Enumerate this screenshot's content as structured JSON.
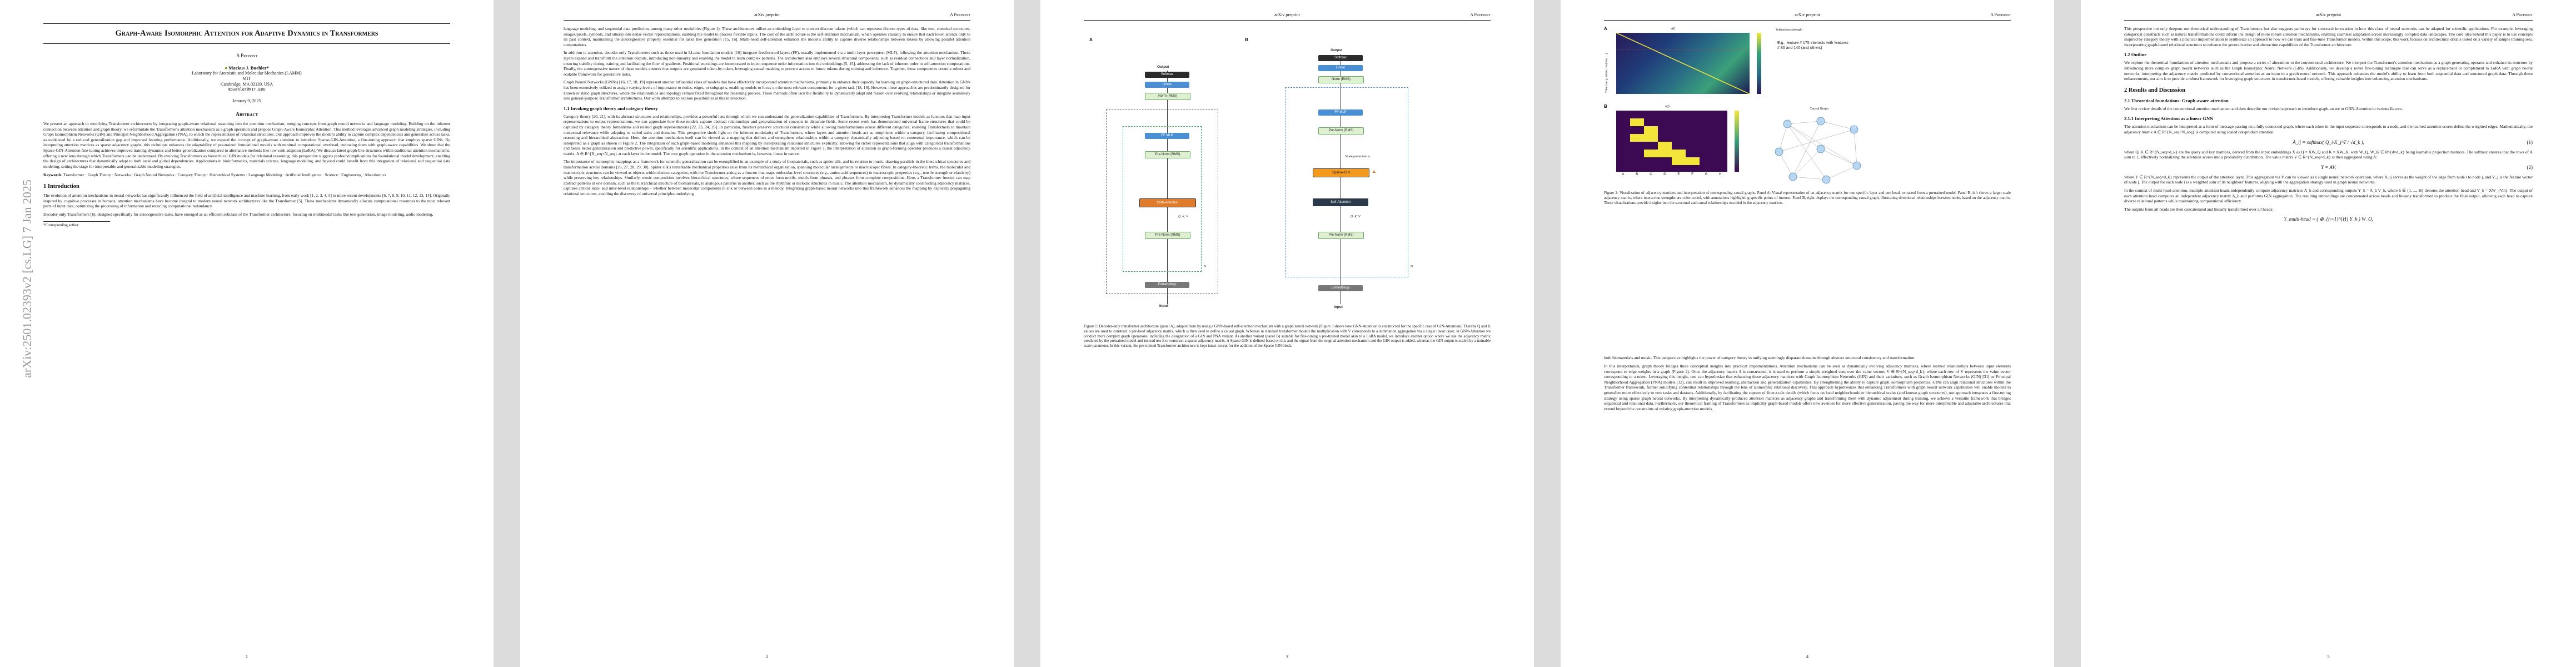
{
  "arxiv_id": "arXiv:2501.02393v2  [cs.LG]  7 Jan 2025",
  "header": {
    "center": "arXiv preprint",
    "right": "A Preprint"
  },
  "page1": {
    "title": "Graph-Aware Isomorphic Attention for Adaptive Dynamics in Transformers",
    "preprint": "A Preprint",
    "author": "Markus J. Buehler*",
    "affil": [
      "Laboratory for Atomistic and Molecular Mechanics (LAMM)",
      "MIT",
      "Cambridge, MA 02139, USA",
      "mbuehler@MIT.EDU"
    ],
    "date": "January 9, 2025",
    "abstract_h": "Abstract",
    "abstract": "We present an approach to modifying Transformer architectures by integrating graph-aware relational reasoning into the attention mechanism, merging concepts from graph neural networks and language modeling. Building on the inherent connection between attention and graph theory, we reformulate the Transformer's attention mechanism as a graph operation and propose Graph-Aware Isomorphic Attention. This method leverages advanced graph modeling strategies, including Graph Isomorphism Networks (GIN) and Principal Neighborhood Aggregation (PNA), to enrich the representation of relational structures. Our approach improves the model's ability to capture complex dependencies and generalize across tasks, as evidenced by a reduced generalization gap and improved learning performance. Additionally, we expand the concept of graph-aware attention to introduce Sparse-GIN-Attention, a fine-tuning approach that employs sparse GINs. By interpreting attention matrices as sparse adjacency graphs, this technique enhances the adaptability of pre-trained foundational models with minimal computational overhead, endowing them with graph-aware capabilities. We show that the Sparse-GIN-Attention fine-tuning achieves improved training dynamics and better generalization compared to alternative methods like low-rank adaption (LoRA). We discuss latent graph-like structures within traditional attention mechanisms, offering a new lens through which Transformers can be understood. By evolving Transformers as hierarchical GIN models for relational reasoning, this perspective suggests profound implications for foundational model development, enabling the design of architectures that dynamically adapt to both local and global dependencies. Applications in bioinformatics, materials science, language modeling, and beyond could benefit from this integration of relational and sequential data modeling, setting the stage for interpretable and generalizable modeling strategies.",
    "keywords_h": "Keywords",
    "keywords": "Transformer · Graph Theory · Networks · Graph Neural Networks · Category Theory · Hierarchical Systems · Language Modeling · Artificial Intelligence · Science · Engineering · Materiomics",
    "intro_h": "1   Introduction",
    "intro1": "The evolution of attention mechanisms in neural networks has significantly influenced the field of artificial intelligence and machine learning, from early work [1, 2, 3, 4, 5] to more recent developments [6, 7, 8, 9, 10, 11, 12, 13, 14]. Originally inspired by cognitive processes in humans, attention mechanisms have become integral to modern neural network architectures like the Transformer [5]. These mechanisms dynamically allocate computational resources to the most relevant parts of input data, optimizing the processing of information and reducing computational redundancy.",
    "intro2": "Decoder-only Transformers [6], designed specifically for autoregressive tasks, have emerged as an efficient subclass of the Transformer architecture, focusing on multimodal tasks like text generation, image modeling, audio modeling,",
    "footnote": "*Corresponding author.",
    "page_no": "1"
  },
  "page2": {
    "p1": "language modeling, and sequential data prediction, among many other modalities (Figure 1). These architectures utilize an embedding layer to convert discrete tokens (which can represent diverse types of data, like text, chemical structures, images/pixels, symbols, and others) into dense vector representations, enabling the model to process flexible inputs. The core of the architecture is the self-attention mechanism, which operates causally to ensure that each token attends only to its past context, maintaining the autoregressive property essential for tasks like generation [15, 16]. Multi-head self-attention enhances the model's ability to capture diverse relationships between tokens by allowing parallel attention computations.",
    "p2": "In addition to attention, decoder-only Transformers such as those used in LLama foundation models [10] integrate feedforward layers (FF), usually implemented via a multi-layer perceptron (MLP), following the attention mechanism. These layers expand and transform the attention outputs, introducing non-linearity and enabling the model to learn complex patterns. The architecture also employs several structural components, such as residual connections and layer normalization, ensuring stability during training and facilitating the flow of gradients. Positional encodings are incorporated to inject sequence order information into the embeddings [5, 15], addressing the lack of inherent order in self-attention computations. Finally, the autoregressive nature of these models ensures that outputs are generated token-by-token, leveraging causal masking to prevent access to future tokens during training and inference. Together, these components create a robust and scalable framework for generative tasks.",
    "p3": "Graph Neural Networks (GNNs) [16, 17, 18, 19] represent another influential class of models that have effectively incorporated attention mechanisms, primarily to enhance their capacity for learning on graph-structured data. Attention in GNNs has been extensively utilized to assign varying levels of importance to nodes, edges, or subgraphs, enabling models to focus on the most relevant components for a given task [18, 19]. However, these approaches are predominantly designed for known or static graph structures, where the relationships and topology remain fixed throughout the reasoning process. These methods often lack the flexibility to dynamically adapt and reason over evolving relationships or integrate seamlessly into general-purpose Transformer architectures. Our work attempts to explore possibilities at this intersection.",
    "h11": "1.1   Invoking graph theory and category theory",
    "p4": "Category theory [20, 21], with its abstract structures and relationships, provides a powerful lens through which we can understand the generalization capabilities of Transformers. By interpreting Transformer models as functors that map input representations to output representations, we can appreciate how these models capture abstract relationships and generalization of concepts in disparate fields. Some recent work has demonstrated universal frame structures that could be captured by category theory formalisms and related graph representations [22, 23, 24, 25]. In particular, functors preserve structural consistency while allowing transformations across different categories, enabling Transformers to maintain contextual relevance while adapting to varied tasks and domains. This perspective sheds light on the inherent modularity of Transformers, where layers and attention heads act as morphisms within a category, facilitating compositional reasoning and hierarchical abstraction. Here, the attention mechanism itself can be viewed as a mapping that defines and strengthens relationships within a category, dynamically adjusting based on contextual importance, which can be interpreted as a graph as shown in Figure 2. The integration of such graph-based modeling enhances this mapping by incorporating relational structures explicitly, allowing for richer representations that align with categorical transformations and hence better generalization and predictive power, specifically for scientific applications. In the context of an attention mechanism depicted in Figure 1, the interpretation of attention as graph-forming operator produces a causal adjacency matrix, A ∈ R^{N_seq×N_seq} at each layer in the model. The core graph operation in the attention mechanism is, however, linear in nature.",
    "p5": "The importance of isomorphic mappings as a framework for scientific generalization can be exemplified in an example of a study of biomaterials, such as spider silk, and its relation to music, drawing parallels in the hierarchical structures and transformation across domains [26, 27, 28, 29, 30]. Spider silk's remarkable mechanical properties arise from its hierarchical organization, spanning molecular arrangements to macroscopic fibers. In category-theoretic terms, the molecular and macroscopic structures can be viewed as objects within distinct categories, with the Transformer acting as a functor that maps molecular-level structures (e.g., amino acid sequences) to macroscopic properties (e.g., tensile strength or elasticity) while preserving key relationships. Similarly, music composition involves hierarchical structures, where sequences of notes form motifs, motifs form phrases, and phrases form complete compositions. Here, a Transformer functor can map abstract patterns in one domain, such as the hierarchical structure of biomaterials, to analogous patterns in another, such as the rhythmic or melodic structures in music. The attention mechanism, by dynamically constructing adjacency matrices, captures critical intra- and inter-level relationships – whether between molecular components in silk or between notes in a melody. Integrating graph-based neural networks into this framework enhances the mapping by explicitly propagating relational structures, enabling the discovery of universal principles underlying",
    "page_no": "2"
  },
  "page3": {
    "figA": {
      "label": "A",
      "output": "Output",
      "input": "Input",
      "blocks": [
        "Softmax",
        "Linear",
        "Norm (RMS)",
        "FF MLP",
        "Pre-Norm (RMS)",
        "GNN-Attention",
        "Pre-Norm (RMS)",
        "Embeddings"
      ],
      "qkv": "Q, K, V",
      "nx": "N"
    },
    "figB": {
      "label": "B",
      "output": "Output",
      "input": "Input",
      "blocks": [
        "Softmax",
        "Linear",
        "Norm (RMS)",
        "FF MLP",
        "Pre-Norm (RMS)",
        "Sparse-GIN",
        "Self-Attention",
        "Pre-Norm (RMS)",
        "Embeddings"
      ],
      "scale": "Scale parameter λ",
      "qkv": "Q, K, V",
      "nx": "N"
    },
    "caption": "Figure 1: Decoder-only transformer architecture (panel A), adapted here by using a GNN-based self-attention mechanism with a graph neural network (Figure 3 shows how GNN-Attention is constructed for the specific case of GIN-Attention). Thereby Q and K values are used to construct a per-head adjacency matrix, which is then used to define a causal graph. Whereas in standard transformer models the multiplication with V corresponds to a summation aggregation via a single linear layer, in GNN-Attention we conduct more complex graph operations, including the designation of a GIN and PNA variant. As another variant (panel B) suitable for fine-tuning a pre-trained model akin to a LoRA model, we introduce another option where we use the adjacency matrix predicted by the pretrained model and instead use it to construct a sparse adjacency matrix. A Sparse GIN is defined based on this and the signal from the original attention mechanism and the GIN output is added, whereas the GIN output is scaled by a trainable scale parameter. In this variant, the pre-trained Transformer architecture is kept intact except for the addition of the Sparse GIN block.",
    "page_no": "3"
  },
  "page4": {
    "figA_label": "A",
    "figB_label": "B",
    "heatmap_title": "a(l)",
    "cbar_label": "Interaction strength",
    "ylabel": "Token (e.g. atom, residue, ...)",
    "annotation": "E.g., feature # 175 interacts with features # 80 and 140 (and others)",
    "b_title": "a(l)",
    "b_xticks": [
      "A",
      "B",
      "C",
      "D",
      "E",
      "F",
      "G",
      "H"
    ],
    "graph_title": "Causal Graph",
    "caption": "Figure 2: Visualization of adjacency matrices and interpretation of corresponding causal graphs. Panel A: Visual representation of an adjacency matrix for one specific layer and one head, extracted from a pretrained model. Panel B, left shows a larger-scale adjacency matrix, where interaction strengths are color-coded, with annotations highlighting specific points of interest. Panel B, right displays the corresponding causal graph, illustrating directional relationships between nodes based on the adjacency matrix. These visualizations provide insights into the structural and causal relationships encoded in the adjacency matrices.",
    "p1": "both biomaterials and music. This perspective highlights the power of category theory in unifying seemingly disparate domains through abstract structural consistency and transformation.",
    "p2": "In this interpretation, graph theory bridges these conceptual insights into practical implementations. Attention mechanisms can be seen as dynamically evolving adjacency matrices, where learned relationships between input elements correspond to edge weights in a graph (Figure 2). Once the adjacency matrix A is constructed, it is used to perform a simple weighted sum over the value vectors V ∈ R^{N_seq×d_k}, where each row of V represents the value vector corresponding to a token. Leveraging this insight, one can hypothesize that enhancing these adjacency matrices with Graph Isomorphism Networks (GIN) and their variations, such as Graph Isomorphism Networks (GIN) [31] or Principal Neighborhood Aggregation (PNA) models [32], can result in improved learning, abstraction and generalization capabilities. By strengthening the ability to capture graph isomorphism properties, GINs can align relational structures within the Transformer framework, further solidifying contextual relationships through the lens of isomorphic relational discovery. This approach hypothesizes that enhancing Transformers with graph neural network capabilities will enable models to generalize more effectively to new tasks and datasets. Additionally, by facilitating the capture of finer-scale details (which focus on local neighborhoods or hierarchical scales (and known graph structures), our approach integrates a fine-tuning strategy using sparse graph neural networks. By interpreting dynamically produced attention matrices as adjacency graphs and transforming them with dynamic adjustment during training, we achieve a versatile framework that bridges sequential and relational data. Furthermore, our theoretical framing of Transformers as implicitly graph-based models offers new avenues for more effective generalization, paving the way for more interpretable and adaptable architectures that extend beyond the constraints of existing graph-attention models.",
    "page_no": "4"
  },
  "page5": {
    "p1": "This perspective not only deepens our theoretical understanding of Transformers but also suggests pathways for structural innovation in how this class of neural networks can be adapted for scientific applications. For example, leveraging categorical constructs such as natural transformations could inform the design of more robust attention mechanisms, enabling seamless adaptation across increasingly complex data landscapes. The core idea behind this paper is to use concepts inspired by category theory with a practical implementation to synthesize an approach to how we can train and fine-tune Transformer models. Within this scope, this work focuses on architectural details tested on a variety of sample training sets, incorporating graph-based relational structures to enhance the generalization and abstraction capabilities of the Transformer architecture.",
    "h12": "1.2   Outline",
    "p2": "We explore the theoretical foundations of attention mechanisms and propose a series of alterations to the conventional architecture. We interpret the Transformer's attention mechanism as a graph generating operator and enhance its structure by introducing more complex graph neural networks such as the Graph Isomorphic Neural Network (GIN). Additionally, we develop a novel fine-tuning technique that can serve as a replacement or complement to LoRA with graph neural networks, interpreting the adjacency matrix predicted by conventional attention as an input to a graph neural network. This approach enhances the model's ability to learn from both sequential data and structured graph data. Through these enhancements, our aim is to provide a robust framework for leveraging graph structures in transformer-based models, offering valuable insights into enhancing attention mechanisms.",
    "h2": "2   Results and Discussion",
    "h21": "2.1   Theoretical foundations: Graph-aware attention",
    "p3": "We first review details of the conventional attention mechanism and then describe our revised approach to introduce graph-aware or GNN-Attention in various flavors.",
    "h211": "2.1.1   Interpreting Attention as a linear GNN",
    "p4": "The attention mechanism can be interpreted as a form of message passing on a fully connected graph, where each token in the input sequence corresponds to a node, and the learned attention scores define the weighted edges. Mathematically, the adjacency matrix A ∈ R^{N_seq×N_seq} is computed using scaled dot-product attention:",
    "eq1": "A_ij = softmax( Q_i·K_j^T / √d_k ),",
    "eq1n": "(1)",
    "p5": "where Q, K ∈ R^{N_seq×d_k} are the query and key matrices, derived from the input embeddings X as Q = XW_Q and K = XW_K, with W_Q, W_K ∈ R^{d×d_k} being learnable projection matrices. The softmax ensures that the rows of A sum to 1, effectively normalizing the attention scores into a probability distribution. The value matrix V ∈ R^{N_seq×d_k} is then aggregated using A:",
    "eq2": "Y = AV,",
    "eq2n": "(2)",
    "p6": "where Y ∈ R^{N_seq×d_k} represents the output of the attention layer. This aggregation via V can be viewed as a single neural network operation, where A_ij serves as the weight of the edge from node i to node j, and V_j is the feature vector of node j. The output for each node i is a weighted sum of its neighbors' features, aligning with the aggregation strategy used in graph neural networks.",
    "p7": "In the context of multi-head attention, multiple attention heads independently compute adjacency matrices A_h and corresponding outputs Y_h = A_h V_h, where h ∈ {1, ..., H} denotes the attention head and V_h = XW_{V,h}. The output of each attention head computes an independent adjacency matrix A_h and performs GIN aggregation. The resulting embeddings are concatenated across heads and linearly transformed to produce the final output, allowing each head to capture diverse relational patterns while maintaining computational efficiency.",
    "p8": "The outputs from all heads are then concatenated and linearly transformed over all heads:",
    "eq3": "Y_multi-head = ( ⊕_{h=1}^{H} Y_h ) W_O,",
    "page_no": "5"
  }
}
